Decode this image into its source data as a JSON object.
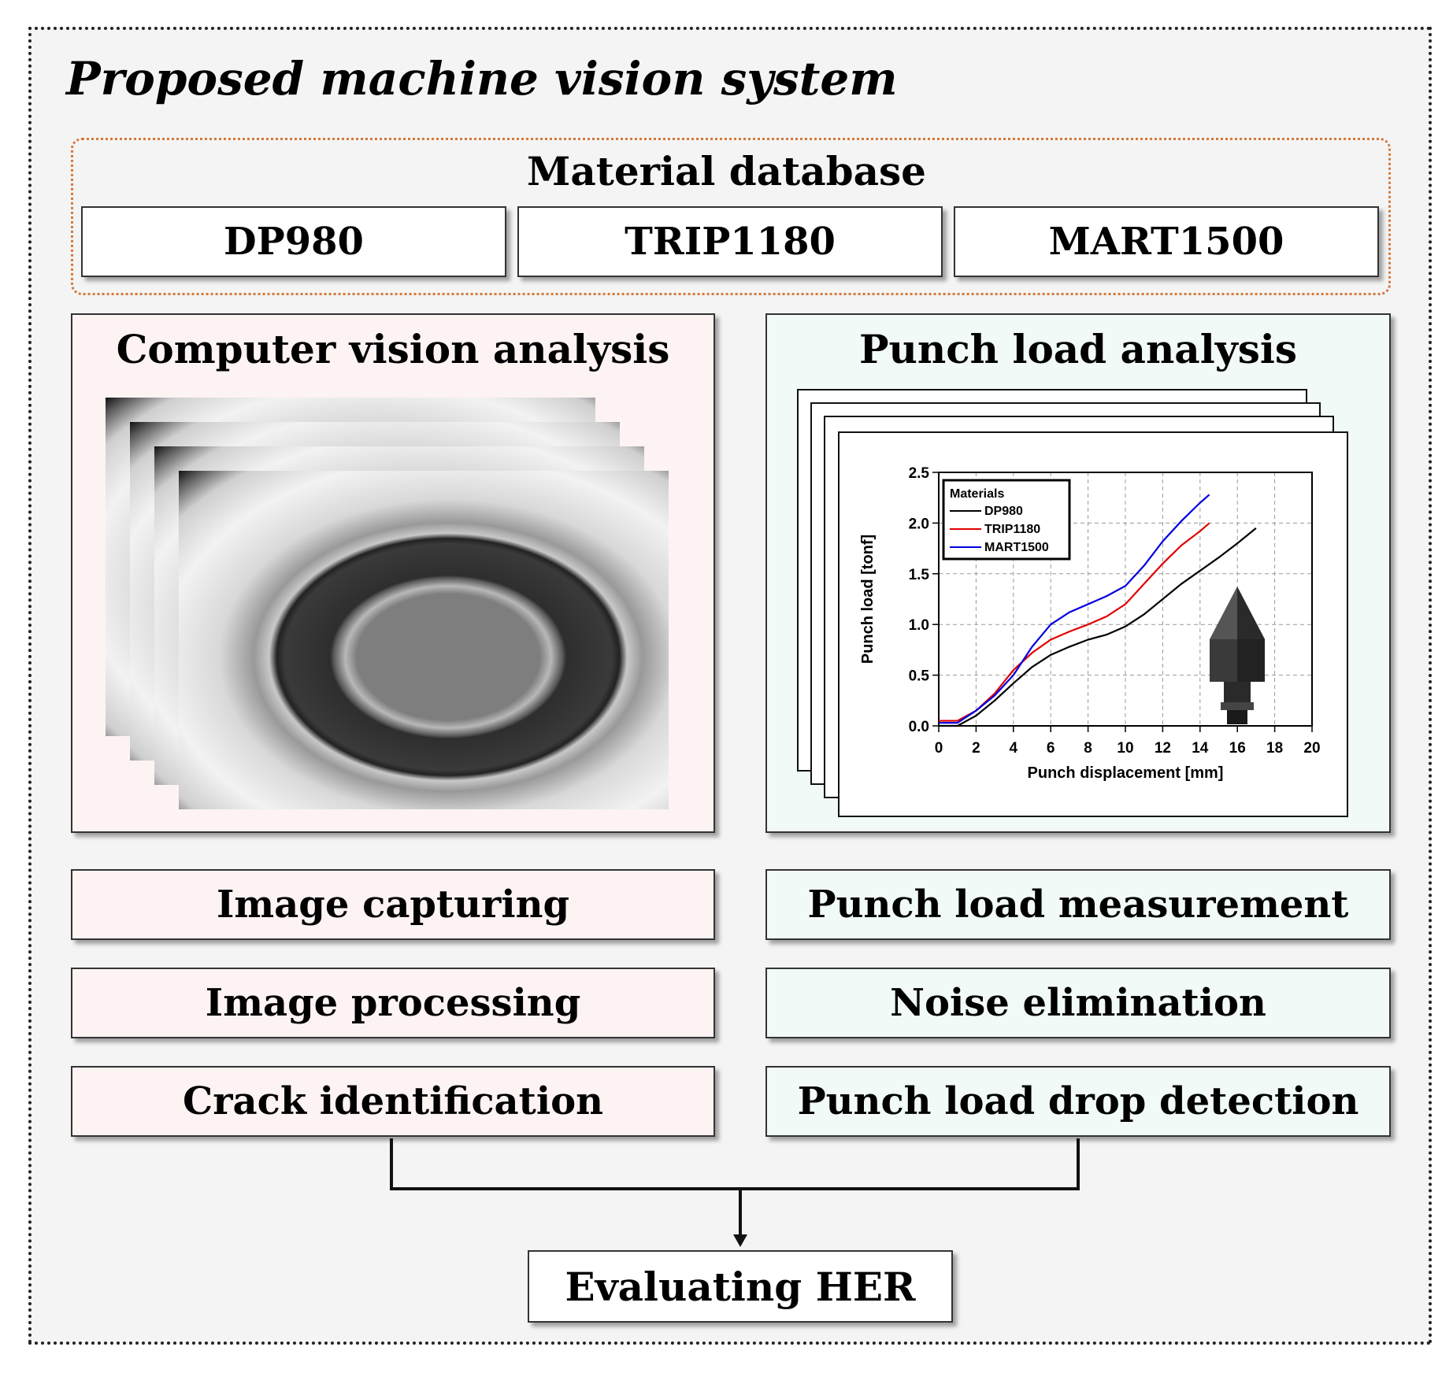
{
  "title": "Proposed machine vision system",
  "material_database": {
    "title": "Material database",
    "items": [
      "DP980",
      "TRIP1180",
      "MART1500"
    ]
  },
  "left_panel": {
    "title": "Computer vision analysis",
    "steps": [
      "Image capturing",
      "Image processing",
      "Crack identification"
    ]
  },
  "right_panel": {
    "title": "Punch load analysis",
    "steps": [
      "Punch load measurement",
      "Noise elimination",
      "Punch load drop detection"
    ]
  },
  "result": "Evaluating HER",
  "colors": {
    "pink_fill": "#fdf3f3",
    "mint_fill": "#f1faf6",
    "db_border": "#d4793a"
  },
  "chart_data": {
    "type": "line",
    "xlabel": "Punch displacement [mm]",
    "ylabel": "Punch load [tonf]",
    "xlim": [
      0,
      20
    ],
    "ylim": [
      0,
      2.5
    ],
    "xticks": [
      "0",
      "2",
      "4",
      "6",
      "8",
      "10",
      "12",
      "14",
      "16",
      "18",
      "20"
    ],
    "yticks": [
      "0.0",
      "0.5",
      "1.0",
      "1.5",
      "2.0",
      "2.5"
    ],
    "grid": true,
    "legend_title": "Materials",
    "legend_position": "top-left",
    "series": [
      {
        "name": "DP980",
        "color": "#000000",
        "x": [
          0,
          1,
          2,
          3,
          4,
          5,
          6,
          7,
          8,
          9,
          10,
          11,
          12,
          13,
          14,
          15,
          16,
          17
        ],
        "y": [
          0.0,
          0.0,
          0.1,
          0.25,
          0.42,
          0.58,
          0.7,
          0.78,
          0.85,
          0.9,
          0.98,
          1.1,
          1.25,
          1.4,
          1.53,
          1.66,
          1.8,
          1.95
        ]
      },
      {
        "name": "TRIP1180",
        "color": "#e00000",
        "x": [
          0,
          1,
          2,
          3,
          4,
          5,
          6,
          7,
          8,
          9,
          10,
          11,
          12,
          13,
          14,
          14.5
        ],
        "y": [
          0.05,
          0.05,
          0.15,
          0.32,
          0.55,
          0.72,
          0.85,
          0.93,
          1.0,
          1.08,
          1.2,
          1.4,
          1.6,
          1.78,
          1.92,
          2.0
        ]
      },
      {
        "name": "MART1500",
        "color": "#0000e0",
        "x": [
          0,
          1,
          2,
          3,
          4,
          5,
          6,
          7,
          8,
          9,
          10,
          11,
          12,
          13,
          14,
          14.5
        ],
        "y": [
          0.03,
          0.03,
          0.15,
          0.3,
          0.5,
          0.78,
          1.0,
          1.12,
          1.2,
          1.28,
          1.38,
          1.58,
          1.82,
          2.02,
          2.2,
          2.28
        ]
      }
    ]
  }
}
